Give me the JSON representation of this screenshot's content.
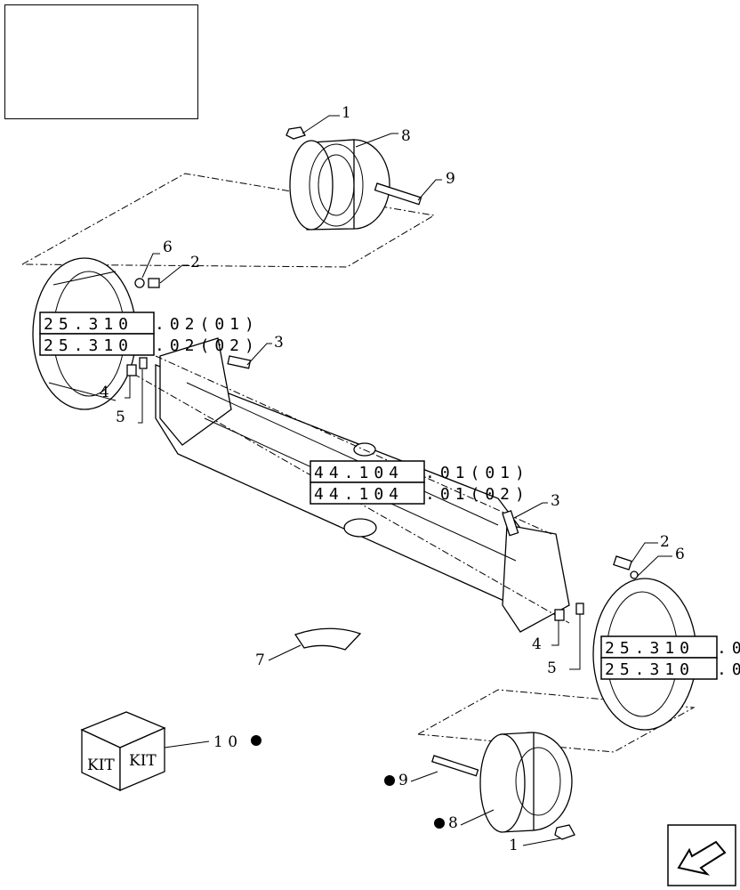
{
  "diagram": {
    "callouts": {
      "c1_top": "1",
      "c8_top": "8",
      "c9_top": "9",
      "c6_left": "6",
      "c2_left": "2",
      "c3_left": "3",
      "c4_left": "4",
      "c5_left": "5",
      "c3_right": "3",
      "c2_right": "2",
      "c6_right": "6",
      "c4_right": "4",
      "c5_right": "5",
      "c7": "7",
      "c10": "1 0",
      "c9_bottom": "9",
      "c8_bottom": "8",
      "c1_bottom": "1"
    },
    "references": {
      "left_a_boxed": "25.310",
      "left_a_suffix": ".02(01)",
      "left_b_boxed": "25.310",
      "left_b_suffix": ".02(02)",
      "center_a_boxed": "44.104",
      "center_a_suffix": ".01(01)",
      "center_b_boxed": "44.104",
      "center_b_suffix": ".01(02)",
      "right_a_boxed": "25.310",
      "right_a_suffix": ".0",
      "right_b_boxed": "25.310",
      "right_b_suffix": ".0"
    },
    "kit_label_1": "KIT",
    "kit_label_2": "KIT"
  }
}
